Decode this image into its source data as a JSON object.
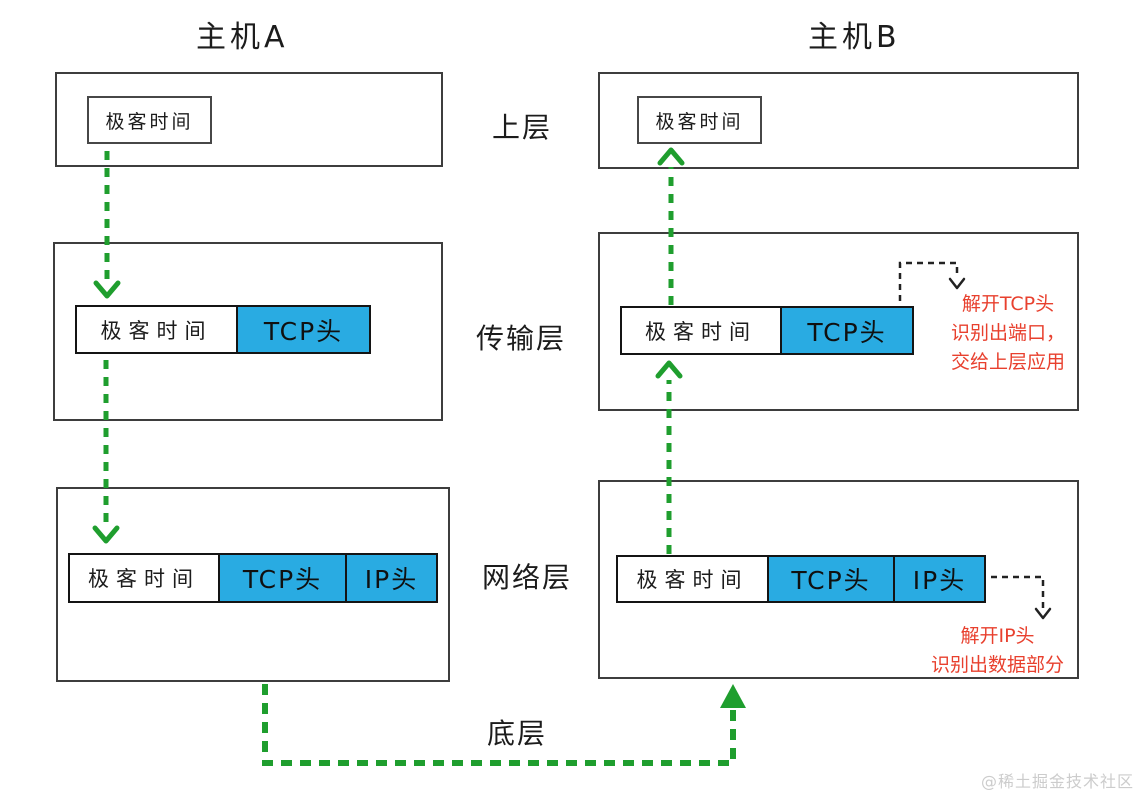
{
  "diagram": {
    "host_a_title": "主机A",
    "host_b_title": "主机B",
    "layers": {
      "upper": "上层",
      "transport": "传输层",
      "network": "网络层",
      "bottom": "底层"
    },
    "packet": {
      "payload": "极客时间",
      "tcp_header": "TCP头",
      "ip_header": "IP头"
    },
    "notes": {
      "transport": [
        "解开TCP头",
        "识别出端口，",
        "交给上层应用"
      ],
      "network": [
        "解开IP头",
        "识别出数据部分"
      ]
    },
    "watermark": "@稀土掘金技术社区",
    "colors": {
      "header_blue": "#29abe2",
      "arrow_green": "#1f9e2e",
      "note_red": "#e8402e"
    }
  }
}
